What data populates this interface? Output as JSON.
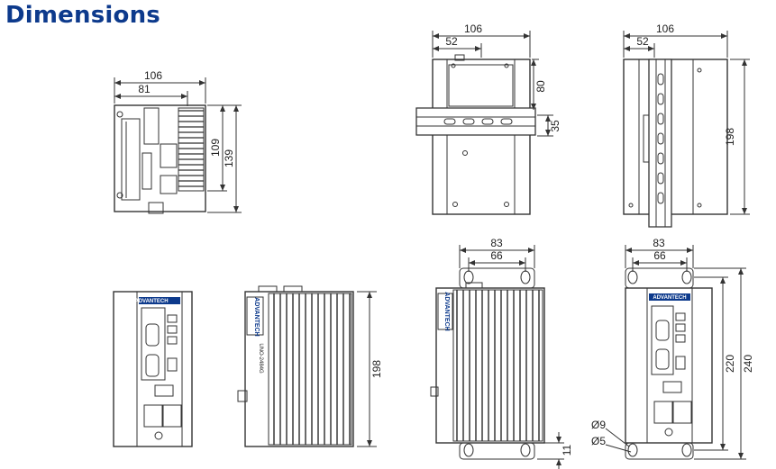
{
  "title": "Dimensions",
  "accent_color": "#0d3a8c",
  "views": {
    "front_top": {
      "width_total": "106",
      "width_partial": "81",
      "height_inner": "109",
      "height_total": "139"
    },
    "din_side": {
      "width_total": "106",
      "width_partial": "52",
      "height_upper": "80",
      "rail_height": "35"
    },
    "din_side2": {
      "width_total": "106",
      "width_partial": "52",
      "height_total": "198"
    },
    "heatsink_side": {
      "height_total": "198"
    },
    "mount_back": {
      "width_outer": "83",
      "width_holes": "66",
      "bottom_gap": "11"
    },
    "mount_front": {
      "width_outer": "83",
      "width_holes": "66",
      "height_holes": "220",
      "height_total": "240",
      "hole_large": "Ø9",
      "hole_small": "Ø5"
    },
    "brand_label": "ADVANTECH",
    "model_label": "UNO-2484G"
  }
}
